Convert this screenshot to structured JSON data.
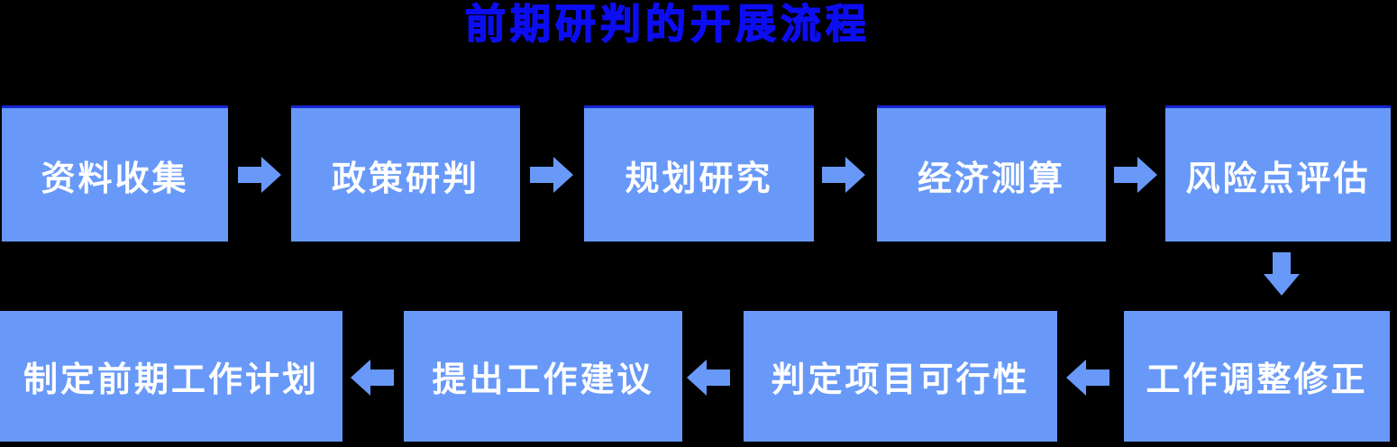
{
  "title": {
    "text": "前期研判的开展流程"
  },
  "palette": {
    "background": "#000000",
    "title_color": "#0d0df2",
    "box_fill": "#6899f8",
    "box_top_border": "#1626d0",
    "box_text": "#ffffff",
    "arrow_color": "#6899f8"
  },
  "flow": {
    "top_row": [
      {
        "label": "资料收集"
      },
      {
        "label": "政策研判"
      },
      {
        "label": "规划研究"
      },
      {
        "label": "经济测算"
      },
      {
        "label": "风险点评估"
      }
    ],
    "bottom_row": [
      {
        "label": "制定前期工作计划"
      },
      {
        "label": "提出工作建议"
      },
      {
        "label": "判定项目可行性"
      },
      {
        "label": "工作调整修正"
      }
    ]
  }
}
